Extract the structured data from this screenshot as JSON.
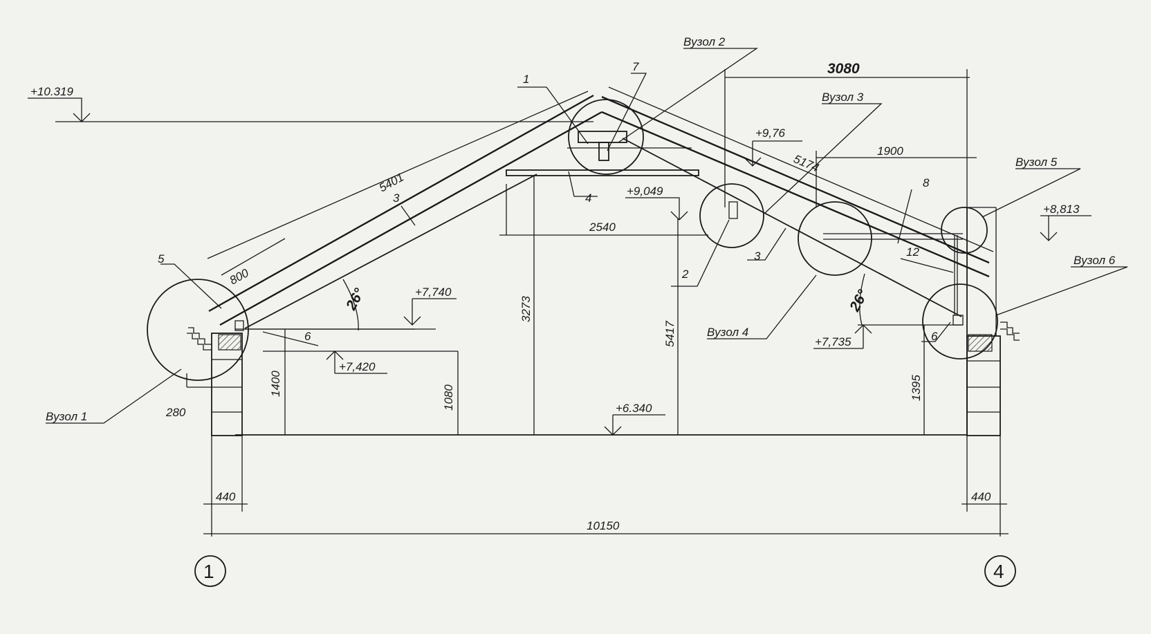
{
  "nodes": {
    "n1": "Вузол 1",
    "n2": "Вузол 2",
    "n3": "Вузол 3",
    "n4": "Вузол 4",
    "n5": "Вузол 5",
    "n6": "Вузол 6"
  },
  "elevations": {
    "e10319": "+10.319",
    "e976": "+9,76",
    "e9049": "+9,049",
    "e8813": "+8,813",
    "e7740": "+7,740",
    "e7735": "+7,735",
    "e7420": "+7,420",
    "e6340": "+6.340"
  },
  "dimensions": {
    "d3080": "3080",
    "d1900": "1900",
    "d5401": "5401",
    "d5174": "5174",
    "d800": "800",
    "d2540": "2540",
    "d3273": "3273",
    "d5417": "5417",
    "d1400": "1400",
    "d1080": "1080",
    "d1395": "1395",
    "d280": "280",
    "d440a": "440",
    "d440b": "440",
    "d10150": "10150"
  },
  "angles": {
    "a1": "26°",
    "a2": "26°"
  },
  "parts": {
    "p1": "1",
    "p2": "2",
    "p3a": "3",
    "p3b": "3",
    "p4": "4",
    "p5": "5",
    "p6a": "6",
    "p6b": "6",
    "p7": "7",
    "p8": "8",
    "p12": "12"
  },
  "axes": {
    "left": "1",
    "right": "4"
  }
}
